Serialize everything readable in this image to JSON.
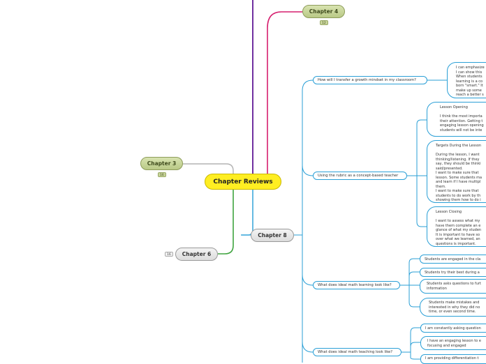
{
  "central": {
    "label": "Chapter Reviews"
  },
  "chapters": {
    "ch4": {
      "label": "Chapter 4",
      "badge": "12"
    },
    "ch3": {
      "label": "Chapter 3",
      "badge": "16"
    },
    "ch6": {
      "label": "Chapter 6",
      "badge": "16"
    },
    "ch8": {
      "label": "Chapter 8"
    }
  },
  "questions": {
    "growth": "How will I transfer a growth mindset in my classroom?",
    "rubric": "Using the rubric as a concept-based teacher",
    "learning": "What does ideal math learning look like?",
    "teaching": "What does ideal math teaching look like?"
  },
  "leaves": {
    "growth_text": "I can emphasize\nI can show this\nWhen students\nlearning is a co\nborn \"smart.\" It\nmake up some\nreach a better s",
    "opening": "Lesson Opening\n\nI think the most importa\ntheir attention. Getting t\nengaging lesson opening\nstudents will not be inte",
    "targets": "Targets During the Lesson\n\nDuring the lesson, I want\nthinking/listening. If they\nsay, they should be thinki\nsaid/presented.\nI want to make sure that\nlesson. Some students ma\nand learn if I have multipl\nthem.\nI want to make sure that\nstudents to do work by th\nshowing them how to do i",
    "closing": "Lesson Closing\n\nI want to assess what my\nhave them complete an e\nglance of what my studen\nIt is important to have so\nover what we learned, an\nquestions is important.",
    "engaged": "Students are engaged in the cla",
    "best": "Students try their best during a",
    "asks": "Students asks questions to furt\ninformation",
    "mistakes": "Students make mistakes and\ninterested in why they did no\ntime, or even second time.",
    "asking": "I am constantly asking question",
    "engaging": "I have an engaging lesson to e\nfocusing and engaged",
    "differentiation": "I am providing differentiation t"
  },
  "colors": {
    "purple": "#7030a0",
    "pink": "#d61e6e",
    "gray": "#b3b3b3",
    "green": "#3fa43f",
    "blue": "#2a9fd6"
  }
}
